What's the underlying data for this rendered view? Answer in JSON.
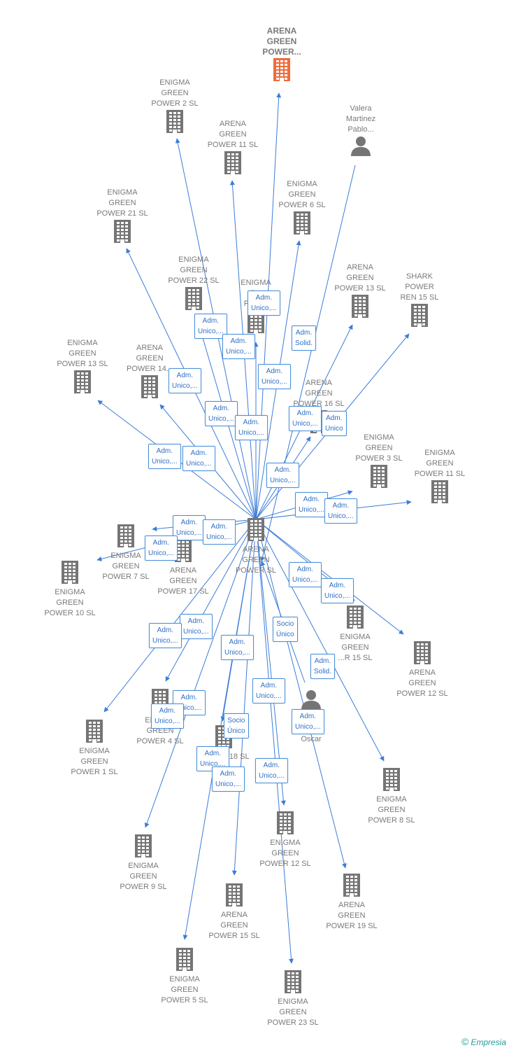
{
  "colors": {
    "edge": "#3b7dd8",
    "building": "#757575",
    "focus": "#f26b3a",
    "person": "#757575"
  },
  "nodes": [
    {
      "id": "focus",
      "label": "ARENA\nGREEN\nPOWER...",
      "icon": "building",
      "focus": true
    },
    {
      "id": "center",
      "label": "ARENA\nGREEN\nPOWER  SL",
      "icon": "building"
    },
    {
      "id": "e2",
      "label": "ENIGMA\nGREEN\nPOWER 2  SL",
      "icon": "building"
    },
    {
      "id": "a11",
      "label": "ARENA\nGREEN\nPOWER 11  SL",
      "icon": "building"
    },
    {
      "id": "valera",
      "label": "Valera\nMartinez\nPablo...",
      "icon": "person"
    },
    {
      "id": "e21",
      "label": "ENIGMA\nGREEN\nPOWER 21  SL",
      "icon": "building"
    },
    {
      "id": "e6",
      "label": "ENIGMA\nGREEN\nPOWER 6  SL",
      "icon": "building"
    },
    {
      "id": "e22",
      "label": "ENIGMA\nGREEN\nPOWER 22  SL",
      "icon": "building"
    },
    {
      "id": "eX",
      "label": "ENIGMA\nG...\nPOW...",
      "icon": "building"
    },
    {
      "id": "a13",
      "label": "ARENA\nGREEN\nPOWER 13  SL",
      "icon": "building"
    },
    {
      "id": "shark",
      "label": "SHARK\nPOWER\nREN 15  SL",
      "icon": "building"
    },
    {
      "id": "e13",
      "label": "ENIGMA\nGREEN\nPOWER 13  SL",
      "icon": "building"
    },
    {
      "id": "a14",
      "label": "ARENA\nGREEN\nPOWER 14...",
      "icon": "building"
    },
    {
      "id": "a16",
      "label": "ARENA\nGREEN\nPOWER 16  SL",
      "icon": "building"
    },
    {
      "id": "e3",
      "label": "ENIGMA\nGREEN\nPOWER 3  SL",
      "icon": "building"
    },
    {
      "id": "e11",
      "label": "ENIGMA\nGREEN\nPOWER 11  SL",
      "icon": "building"
    },
    {
      "id": "e7",
      "label": "ENIGMA\nGREEN\nPOWER 7  SL",
      "icon": "building"
    },
    {
      "id": "a17",
      "label": "ARENA\nGREEN\nPOWER 17  SL",
      "icon": "building"
    },
    {
      "id": "e10",
      "label": "ENIGMA\nGREEN\nPOWER 10  SL",
      "icon": "building"
    },
    {
      "id": "e15",
      "label": "ENIGMA\nGREEN\n...R 15  SL",
      "icon": "building"
    },
    {
      "id": "a12",
      "label": "ARENA\nGREEN\nPOWER 12  SL",
      "icon": "building"
    },
    {
      "id": "e4",
      "label": "ENIGMA\nGREEN\nPOWER 4  SL",
      "icon": "building"
    },
    {
      "id": "e1",
      "label": "ENIGMA\nGREEN\nPOWER 1  SL",
      "icon": "building"
    },
    {
      "id": "a18",
      "label": "POWER 18  SL",
      "icon": "building"
    },
    {
      "id": "oscar",
      "label": "...s\nLigero\nOscar",
      "icon": "person"
    },
    {
      "id": "e8",
      "label": "ENIGMA\nGREEN\nPOWER 8  SL",
      "icon": "building"
    },
    {
      "id": "e12",
      "label": "ENIGMA\nGREEN\nPOWER 12  SL",
      "icon": "building"
    },
    {
      "id": "e9",
      "label": "ENIGMA\nGREEN\nPOWER 9  SL",
      "icon": "building"
    },
    {
      "id": "a15",
      "label": "ARENA\nGREEN\nPOWER 15  SL",
      "icon": "building"
    },
    {
      "id": "a19",
      "label": "ARENA\nGREEN\nPOWER 19  SL",
      "icon": "building"
    },
    {
      "id": "e5",
      "label": "ENIGMA\nGREEN\nPOWER 5  SL",
      "icon": "building"
    },
    {
      "id": "e23",
      "label": "ENIGMA\nGREEN\nPOWER 23  SL",
      "icon": "building"
    }
  ],
  "edges": [
    {
      "from": "center",
      "to": "focus"
    },
    {
      "from": "center",
      "to": "e2"
    },
    {
      "from": "center",
      "to": "a11"
    },
    {
      "from": "valera",
      "to": "center"
    },
    {
      "from": "center",
      "to": "e21"
    },
    {
      "from": "center",
      "to": "e6"
    },
    {
      "from": "center",
      "to": "e22"
    },
    {
      "from": "center",
      "to": "eX"
    },
    {
      "from": "center",
      "to": "a13"
    },
    {
      "from": "center",
      "to": "shark"
    },
    {
      "from": "center",
      "to": "e13"
    },
    {
      "from": "center",
      "to": "a14"
    },
    {
      "from": "center",
      "to": "a16"
    },
    {
      "from": "center",
      "to": "e3"
    },
    {
      "from": "center",
      "to": "e11"
    },
    {
      "from": "center",
      "to": "e7"
    },
    {
      "from": "center",
      "to": "e10"
    },
    {
      "from": "center",
      "to": "a12"
    },
    {
      "from": "center",
      "to": "e15"
    },
    {
      "from": "center",
      "to": "e4"
    },
    {
      "from": "center",
      "to": "e1"
    },
    {
      "from": "center",
      "to": "a18"
    },
    {
      "from": "oscar",
      "to": "center"
    },
    {
      "from": "center",
      "to": "e8"
    },
    {
      "from": "center",
      "to": "e12"
    },
    {
      "from": "center",
      "to": "e9"
    },
    {
      "from": "center",
      "to": "a15"
    },
    {
      "from": "center",
      "to": "a19"
    },
    {
      "from": "center",
      "to": "e5"
    },
    {
      "from": "center",
      "to": "e23"
    }
  ],
  "badges": [
    "Adm.\nUnico,...",
    "Adm.\nUnico,...",
    "Adm.\nUnico,...",
    "Adm.\nSolid.",
    "Adm.\nUnico,...",
    "Adm.\nUnico,...",
    "Adm.\nUnico,...",
    "Adm.\nUnico,...",
    "Adm.\nUnico,...",
    "Adm.\nUnico",
    "Adm.\nUnico,...",
    "Adm.\nUnico,...",
    "Adm.\nUnico,...",
    "Adm.\nUnico,...",
    "Adm.\nUnico,...",
    "Adm.\nUnico,...",
    "Adm.\nUnico,...",
    "Adm.\nUnico,...",
    "Adm.\nUnico,...",
    "Adm.\nUnico,...",
    "Adm.\nUnico,...",
    "Adm.\nUnico,...",
    "Adm.\nUnico,...",
    "Socio\nÚnico",
    "Adm.\nSolid.",
    "Adm.\nUnico,...",
    "Adm.\nUnico,...",
    "Adm.\nUnico,...",
    "Socio\nÚnico",
    "Adm.\nUnico,...",
    "Adm.\nUnico,...",
    "Adm.\nUnico,...",
    "Adm.\nUnico,..."
  ],
  "footer": {
    "copyright": "©",
    "brand": "Empresia"
  }
}
